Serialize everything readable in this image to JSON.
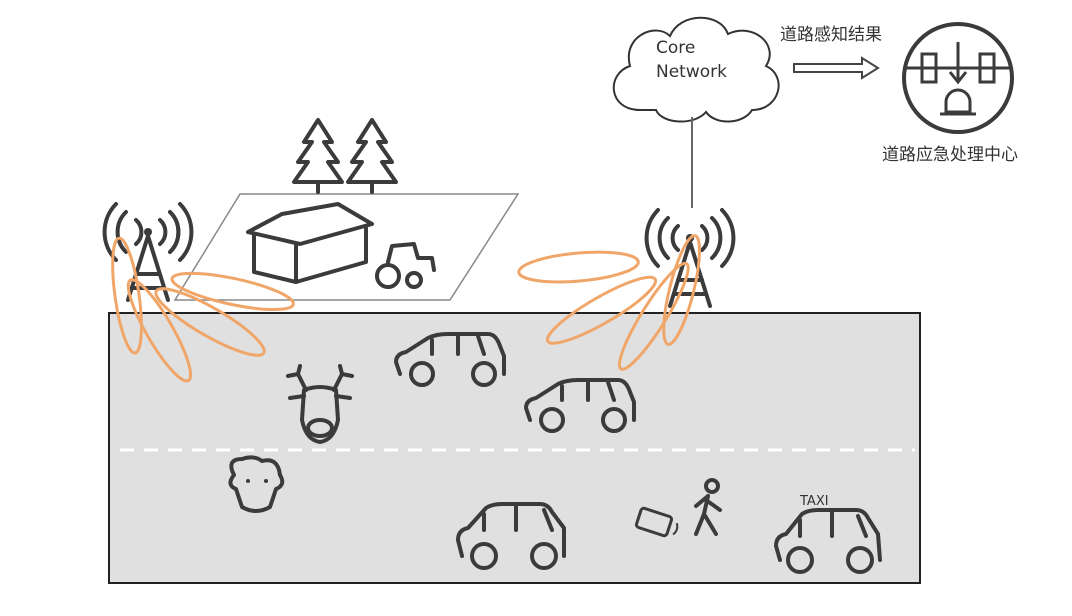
{
  "cloud": {
    "line1": "Core",
    "line2": "Network"
  },
  "arrow_label": "道路感知结果",
  "center_label": "道路应急处理中心",
  "taxi_sign": "TAXI",
  "colors": {
    "road": "#e0e0e0",
    "beam": "#f0a669",
    "icon": "#3b3b3b"
  }
}
